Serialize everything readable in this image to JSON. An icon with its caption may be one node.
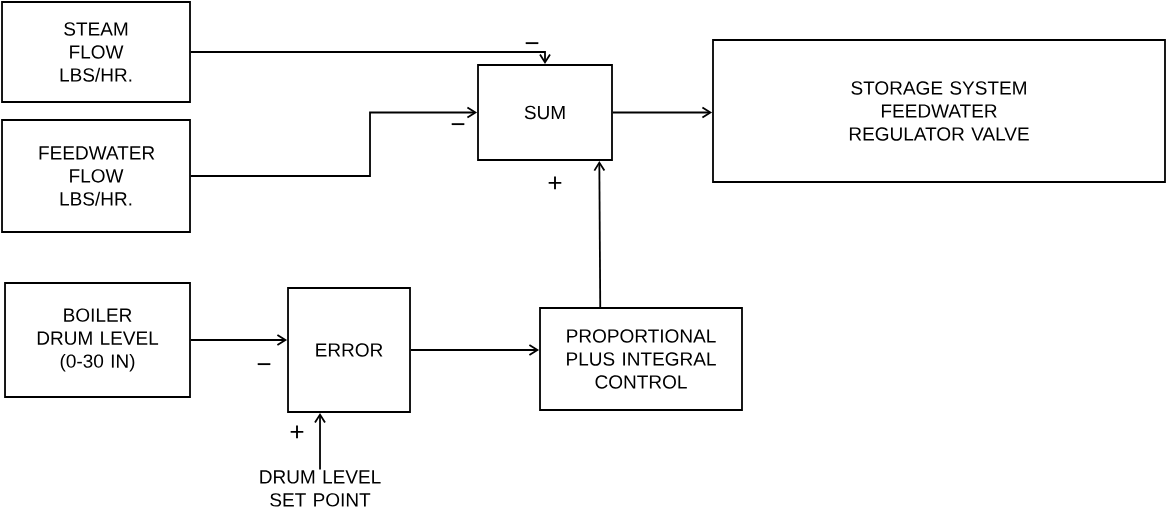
{
  "diagram": {
    "nodes": [
      {
        "text": [
          "STEAM FLOW LBS/HR."
        ]
      },
      {
        "text": [
          "FEEDWATER FLOW LBS/HR."
        ]
      },
      {
        "text": [
          "SUM"
        ]
      },
      {
        "text": [
          "STORAGE SYSTEM FEEDWATER REGULATOR VALVE"
        ]
      },
      {
        "text": [
          "BOILER DRUM LEVEL (0-30 IN)"
        ]
      },
      {
        "text": [
          "ERROR"
        ]
      },
      {
        "text": [
          "PROPORTIONAL PLUS INTEGRAL CONTROL"
        ]
      },
      {
        "text": [
          "DRUM LEVEL SET POINT"
        ]
      }
    ],
    "edges": [
      {
        "from": 0,
        "to": 2,
        "arrow": "to",
        "label": "−"
      },
      {
        "from": 1,
        "to": 2,
        "arrow": "to",
        "label": "−"
      },
      {
        "from": 2,
        "to": 3,
        "arrow": "to"
      },
      {
        "from": 4,
        "to": 5,
        "arrow": "to",
        "label": "−"
      },
      {
        "from": 5,
        "to": 6,
        "arrow": "to"
      },
      {
        "from": 6,
        "to": 2,
        "arrow": "to",
        "label": "+"
      },
      {
        "from": 7,
        "to": 5,
        "arrow": "to",
        "label": "+"
      }
    ]
  }
}
